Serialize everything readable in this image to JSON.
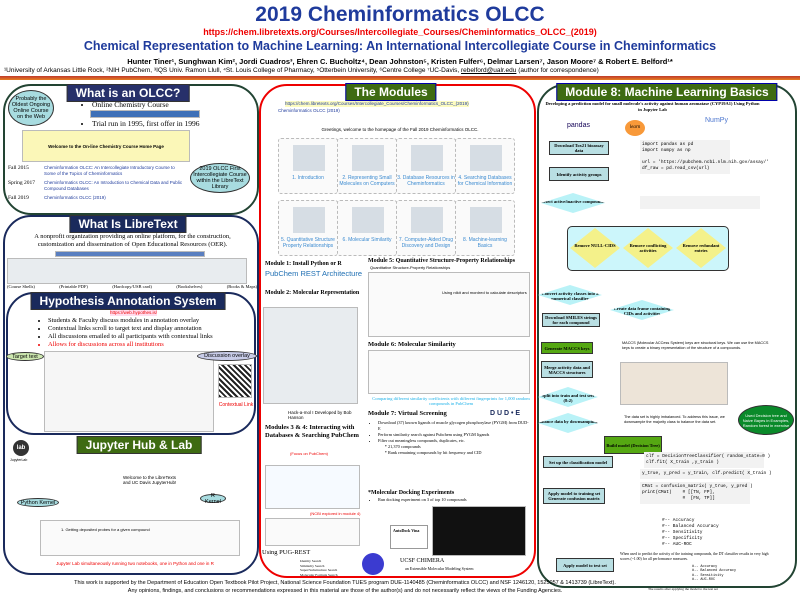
{
  "header": {
    "title": "2019 Cheminformatics OLCC",
    "url": "https://chem.libretexts.org/Courses/Intercollegiate_Courses/Cheminformatics_OLCC_(2019)",
    "subtitle": "Chemical Representation to Machine Learning: An International Intercollegiate Course in Cheminformatics",
    "authors": "Hunter Tiner¹, Sunghwan Kim², Jordi Cuadros³, Ehren C. Bucholtz⁴, Dean Johnston⁵, Kristen Fulfer⁶, Delmar Larsen⁷, Jason Moore⁷ & Robert E. Belford¹*",
    "affiliations": "¹University of Arkansas Little Rock, ²NIH PubChem, ³IQS Univ. Ramon Llull, ⁴St. Louis College of Pharmacy, ⁵Otterbein University, ⁶Centre College ⁷UC-Davis,",
    "email": "rebelford@ualr.edu",
    "email_note": "(author for correspondence)"
  },
  "olcc": {
    "title": "What is an OLCC?",
    "bubble1": "Probably the Oldest Ongoing Online Course on the Web",
    "bullets": [
      "Online Chemistry Course",
      "Trial run in 1995, first offer in 1996"
    ],
    "welcome": "Welcome to the On-line Chemistry Course Home Page",
    "timeline": [
      {
        "term": "Fall 2015",
        "text": "Cheminformation OLCC: An Intercollegiate Introductory Course to Some of the Topics of Cheminformatics"
      },
      {
        "term": "Spring 2017",
        "text": "Cheminformatics OLCC: An Introduction to Chemical Data and Public Compound Databases"
      },
      {
        "term": "Fall 2019",
        "text": "Cheminformatics OLCC (2019)"
      }
    ],
    "bubble2": "2019 OLCC First Intercollegiate Course within the LibreText Library"
  },
  "libretext": {
    "title": "What Is LibreText",
    "desc": "A nonprofit organization providing an online platform, for the construction, customization and dissemination of Open Educational Resources (OER).",
    "captions": [
      "(Course Shells)",
      "(Printable PDF)",
      "(Hardcopy/USB card)",
      "(Bookshelves)",
      "(Books & Maps)"
    ]
  },
  "hypothesis": {
    "title": "Hypothesis Annotation System",
    "url": "https://web.hypothes.is/",
    "bullets": [
      "Students & Faculty discuss modules in annotation overlay",
      "Contextual links scroll to target text and display annotation",
      "All discussions emailed to all participants with contextual links"
    ],
    "highlight": "Allows for discussions across all institutions",
    "target_label": "Target text",
    "overlay_label": "Discussion overlay",
    "contextual_link": "Contextual Link"
  },
  "jupyter": {
    "title": "Jupyter Hub & Lab",
    "lab_label": "JupyterLab",
    "welcome": "Welcome to the LibreTexts and UC Davis JupyterHub!",
    "python_label": "Python Kernel",
    "r_label": "R Kernel",
    "notebook_heading": "1. Getting deposited probes for a given compound",
    "caption": "Jupyter Lab simultaneously running two notebooks, one in Python and one in R"
  },
  "modules": {
    "title": "The Modules",
    "url": "https://chem.libretexts.org/Courses/Intercollegiate_Courses/Cheminformatics_OLCC_(2019)",
    "page_title": "Cheminformatics OLCC (2019)",
    "greeting": "Greetings, welcome to the homepage of the Fall 2019 Cheminformatics OLCC.",
    "tiles": [
      "1. Introduction",
      "2. Representing Small Molecules on Computers",
      "3. Database Resources in Cheminformatics",
      "4. Searching Databases for Chemical Information",
      "5. Quantitative Structure Property Relationships",
      "6. Molecular Similarity",
      "7. Computer-Aided Drug Discovery and Design",
      "8. Machine-learning Basics"
    ],
    "m1": "Module 1: Install Python or R",
    "pubchem": "PubChem",
    "rest": "REST Architecture",
    "m2": "Module 2: Molecular Representation",
    "hackamol": "Hack-a-mol I Developed by Bob Hanson",
    "m34": "Modules 3 & 4: Interacting with Databases & Searching PubChem",
    "m34_focus": "(Focus on PubChem)",
    "m34_note": "(NCBI explored in module 4)",
    "pugrest": "Using PUG-REST",
    "searches": [
      "Identity Search",
      "Similarity Search",
      "Super/Substructure Search",
      "Molecular Formula Search"
    ],
    "m5": "Module 5: Quantitative Structure-Property Relationships",
    "m5_sub": "Quantitative Structure-Property Relationships",
    "m5_caption": "Using rdkit and mordred to calculate descriptors",
    "m6": "Module 6: Molecular Similarity",
    "m6_caption": "Comparing different similarity coefficients with different fingerprints for 1,000 random compounds in PubChem",
    "m7": "Module 7: Virtual Screening",
    "dude": "D U D • E",
    "m7_bullets": [
      "Download (37) known ligands of muscle glycogen phosphorylase (PYGM) from DUD-E",
      "Perform similarity search against Pubchem using PYGM ligands",
      "Filter out meaningless compounds, duplicates, etc."
    ],
    "m7_sub": [
      "21,370 compounds",
      "Rank remaining compounds by hit frequency and CID"
    ],
    "docking": "*Molecular Docking Experiments",
    "docking_bullet": "Run docking experiment on 3 of top 10 compounds",
    "autodock": "AutoDock Vina",
    "chimera": "UCSF CHIMERA",
    "chimera_sub": "an Extensible Molecular Modeling System"
  },
  "m8": {
    "title": "Module 8: Machine Learning Basics",
    "desc": "Developing a prediction model for small molecule's activity against human aromatase (CYP19A1) Using Python in Jupyter Lab",
    "logos": [
      "pandas",
      "learn",
      "NumPy"
    ],
    "steps": [
      "Download Tox21 bioassay data",
      "Identify activity groups",
      "Select active/inactive compounds",
      "Remove NULL-CIDS",
      "Remove conflicting activities",
      "Remove redundant entries",
      "Convert activity classes into a numerical classifier",
      "Create data frame containing CIDs and activities",
      "Download SMILES strings for each compound",
      "Generate MACCS keys",
      "Merge activity data and MACCS structures",
      "Split into train and test sets (8:2)",
      "Balance data by downsampling",
      "Build model (Decision Tree)",
      "Set up the classification model",
      "Apply model to training set Generate confusion matrix",
      "Apply model to test set"
    ],
    "code1": "import pandas as pd\nimport numpy as np\n\nurl = 'https://pubchem.ncbi.nlm.nih.gov/assay/'\ndf_raw = pd.read_csv(url)",
    "code2": "clf = DecisionTreeClassifier( random_state=0 )\nclf.fit( X_train ,y_train )",
    "code3": "y_true, y_pred = y_train, clf.predict( X_train )",
    "code4": "CMat = confusion_matrix( y_true, y_pred )\nprint(CMat)    # [[TN, FP],\n               #  [FN, TP]]",
    "maccs_note": "MACCS (Molecular ACCess System) keys are structural keys. We can use the MACCS keys to create a binary representation of the structure of a compounds.",
    "balance_note": "The data set is highly imbalanced. To address this issue, we downsample the majority class to balance the data set.",
    "green_bubble": "Used Decision tree and Naive Bayes in Examples, Random forest in exercise",
    "metrics": [
      "#-- Accuracy",
      "#-- Balanced Accuracy",
      "#-- Sensitivity",
      "#-- Specificity",
      "#-- AUC-ROC"
    ],
    "train_note": "When used to predict the activity of the training compounds, the DT classifier results in very high scores (~1.00) for all performance measures.",
    "test_note": "The results after applying the model to the test set"
  },
  "footer": {
    "line1": "This work is supported by the Department of Education Open Textbook Pilot Project, National Science Foundation TUES program DUE-1140485 (Cheminformatics OLCC) and NSF 1246120, 1525057 & 1413739 (LibreText).",
    "line2": "Any opinions, findings, and conclusions or recommendations expressed in this material are those of the author(s) and do not necessarily reflect the views of the Funding Agencies."
  }
}
